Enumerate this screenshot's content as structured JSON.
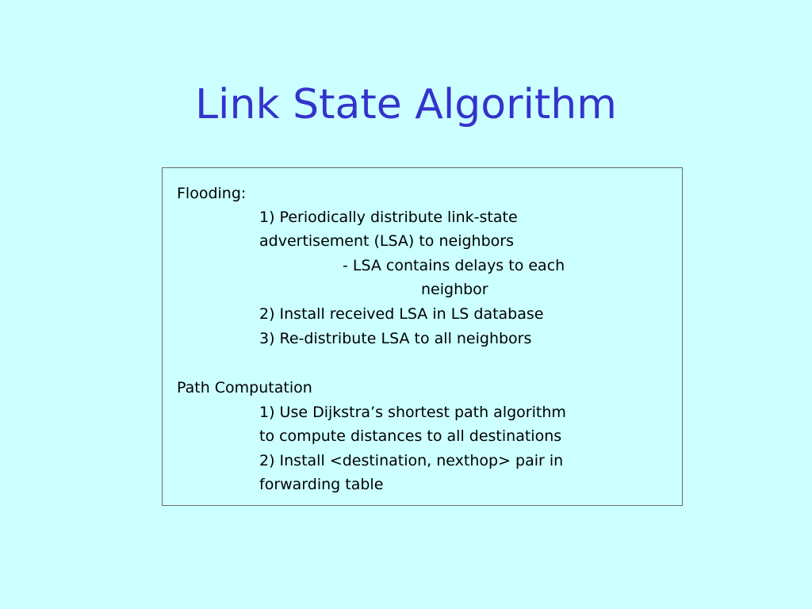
{
  "slide": {
    "title": "Link State Algorithm",
    "colors": {
      "background": "#ccffff",
      "title": "#3333cc",
      "text": "#000000",
      "border": "#6b6b6b"
    },
    "sections": [
      {
        "heading": "Flooding:",
        "lines": [
          "1) Periodically distribute link-state",
          "advertisement (LSA) to neighbors",
          "- LSA contains delays to each",
          "neighbor",
          "2) Install received LSA in LS database",
          "3) Re-distribute LSA to all neighbors"
        ]
      },
      {
        "heading": "Path Computation",
        "lines": [
          "1) Use Dijkstra’s shortest path algorithm",
          "to compute distances to all destinations",
          "2) Install <destination, nexthop> pair in",
          "forwarding table"
        ]
      }
    ]
  }
}
